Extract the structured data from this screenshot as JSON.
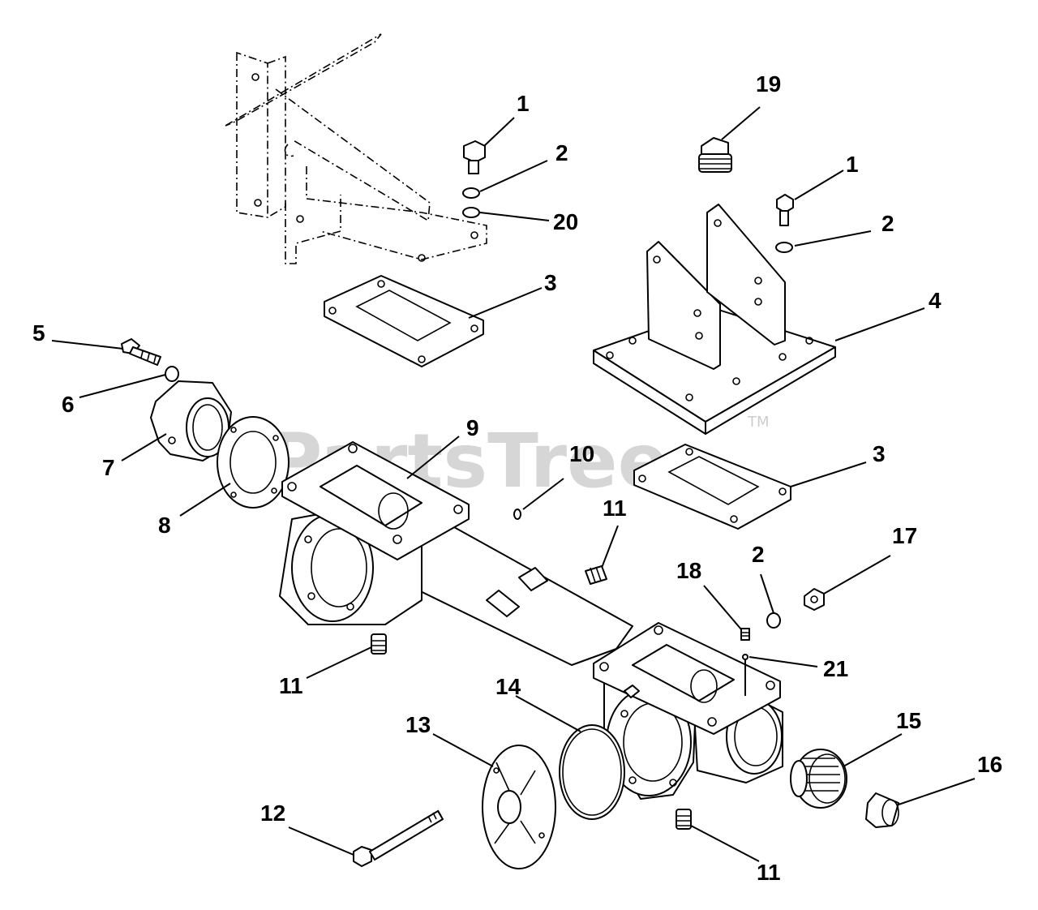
{
  "watermark": {
    "text": "PartsTree",
    "trademark": "TM"
  },
  "callouts": {
    "c1a": "1",
    "c1b": "1",
    "c2a": "2",
    "c2b": "2",
    "c2c": "2",
    "c3a": "3",
    "c3b": "3",
    "c4": "4",
    "c5": "5",
    "c6": "6",
    "c7": "7",
    "c8": "8",
    "c9": "9",
    "c10": "10",
    "c11a": "11",
    "c11b": "11",
    "c11c": "11",
    "c12": "12",
    "c13": "13",
    "c14": "14",
    "c15": "15",
    "c16": "16",
    "c17": "17",
    "c18": "18",
    "c19": "19",
    "c20": "20",
    "c21": "21"
  }
}
